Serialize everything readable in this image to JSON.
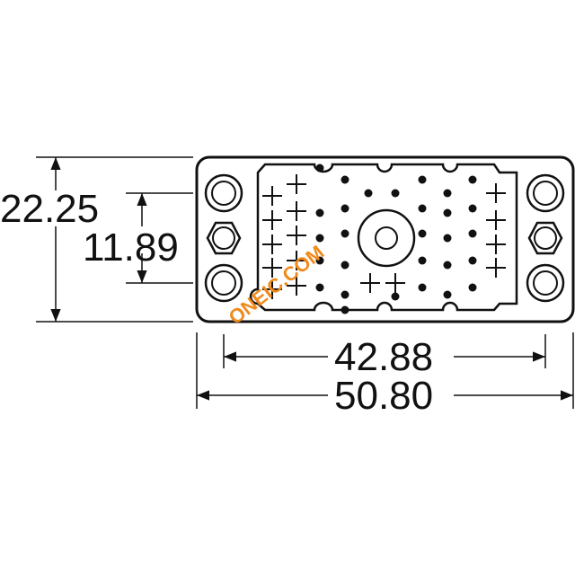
{
  "dimensions": {
    "height_overall": "22.25",
    "height_mount": "11.89",
    "width_inner": "42.88",
    "width_overall": "50.80"
  },
  "watermark": "ONEIC.COM",
  "colors": {
    "line": "#111111",
    "watermark": "#f08a1c",
    "background": "#ffffff"
  }
}
